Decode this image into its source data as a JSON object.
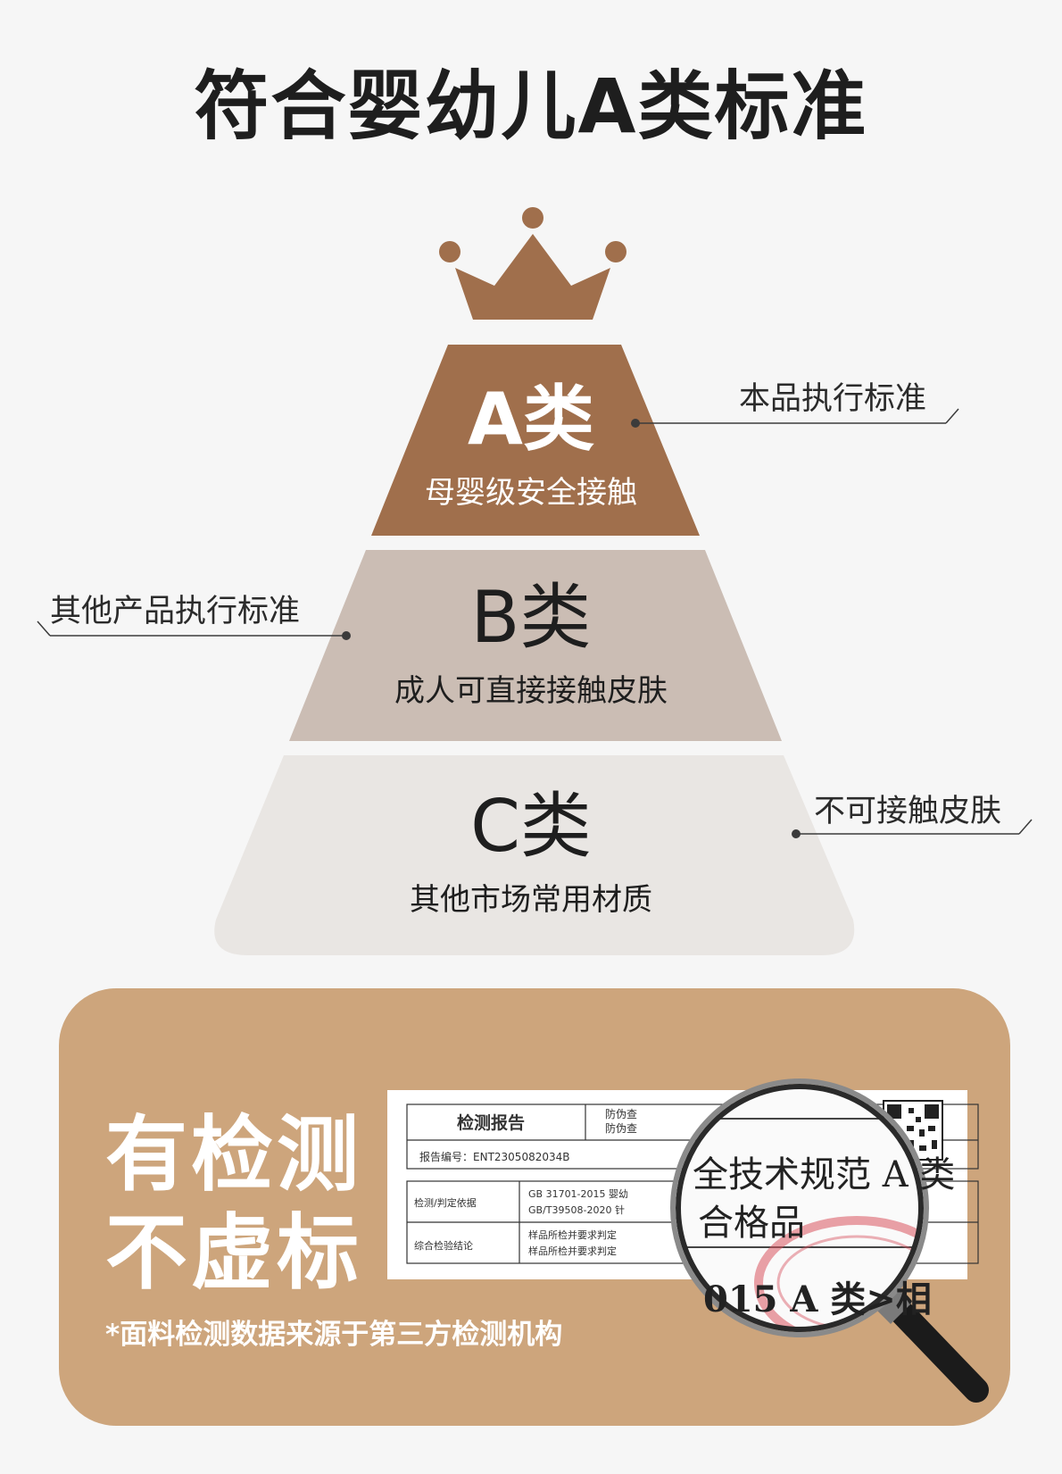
{
  "title": "符合婴幼儿A类标准",
  "colors": {
    "background": "#f6f6f6",
    "tier_a": "#a06f4c",
    "tier_b": "#cbbdb4",
    "tier_c": "#e9e6e3",
    "crown": "#a06f4c",
    "panel": "#cda57c"
  },
  "tiers": [
    {
      "grade": "A类",
      "desc": "母婴级安全接触",
      "label": "本品执行标准"
    },
    {
      "grade": "B类",
      "desc": "成人可直接接触皮肤",
      "label": "其他产品执行标准"
    },
    {
      "grade": "C类",
      "desc": "其他市场常用材质",
      "label": "不可接触皮肤"
    }
  ],
  "panel": {
    "slogan_line1": "有检测",
    "slogan_line2": "不虚标",
    "note": "*面料检测数据来源于第三方检测机构",
    "report": {
      "heading": "检测报告",
      "anti_fake": "防伪查",
      "anti_fake2": "防伪查",
      "report_no_label": "报告编号：",
      "report_no": "ENT2305082034B",
      "basis_label": "检测/判定依据",
      "basis_1": "GB 31701-2015 婴幼",
      "basis_2": "GB/T39508-2020 针",
      "conclusion_label": "综合检验结论",
      "conclusion_1": "样品所检并要求判定",
      "conclusion_2": "样品所检并要求判定"
    },
    "magnifier": {
      "line1": "全技术规范 A 类",
      "line2": "合格品",
      "line3": "015 A 类>相"
    }
  }
}
